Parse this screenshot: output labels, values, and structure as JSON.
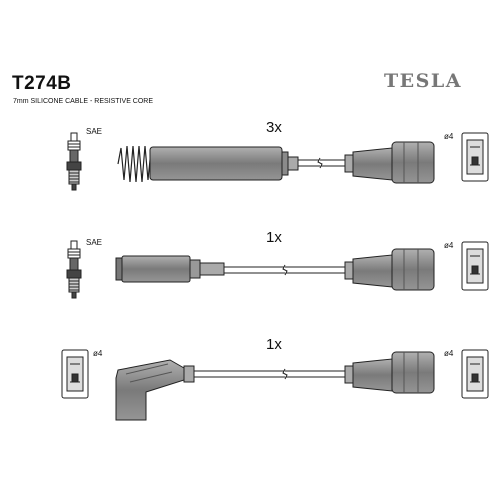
{
  "header": {
    "part_code": "T274B",
    "subtitle": "7mm SILICONE CABLE - RESISTIVE CORE",
    "brand": "TESLA"
  },
  "rows": [
    {
      "quantity": "3x",
      "left_label": "SAE",
      "right_label": "ø4"
    },
    {
      "quantity": "1x",
      "left_label": "SAE",
      "right_label": "ø4"
    },
    {
      "quantity": "1x",
      "left_label": "ø4",
      "right_label": "ø4"
    }
  ],
  "colors": {
    "boot_fill": "#8a8a8a",
    "line": "#222222"
  }
}
